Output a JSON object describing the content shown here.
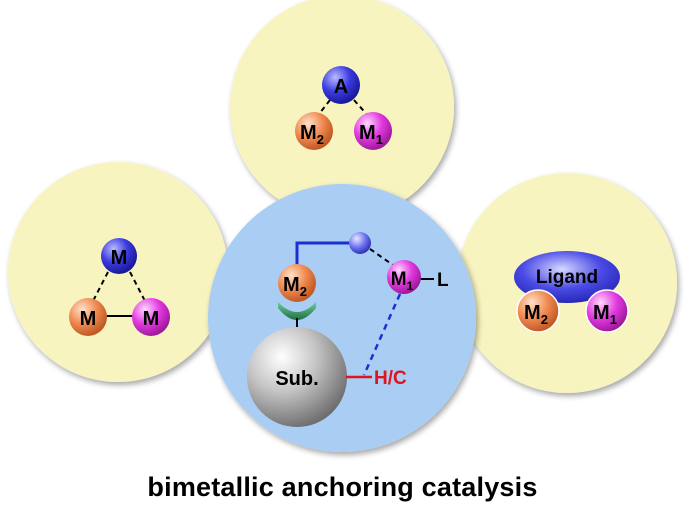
{
  "caption": "bimetallic anchoring catalysis",
  "colors": {
    "panel_fill": "#f8f4c0",
    "center_fill": "#aacdf4",
    "metal_blue": "#2a2ad8",
    "metal_orange": "#f08a50",
    "metal_magenta": "#e23ae0",
    "anchor_green": "#2e8a5a",
    "substrate_gray": "#9a9a9a",
    "linker_blue": "#1c2fd0",
    "hc_red": "#e0141e"
  },
  "top_panel": {
    "a_label": "A",
    "m2_label": "M",
    "m2_sub": "2",
    "m1_label": "M",
    "m1_sub": "1"
  },
  "left_panel": {
    "top_label": "M",
    "left_label": "M",
    "right_label": "M"
  },
  "right_panel": {
    "ligand_label": "Ligand",
    "m2_label": "M",
    "m2_sub": "2",
    "m1_label": "M",
    "m1_sub": "1"
  },
  "center_panel": {
    "m2_label": "M",
    "m2_sub": "2",
    "m1_label": "M",
    "m1_sub": "1",
    "l_label": "L",
    "substrate_label": "Sub.",
    "hc_label": "H/C"
  }
}
